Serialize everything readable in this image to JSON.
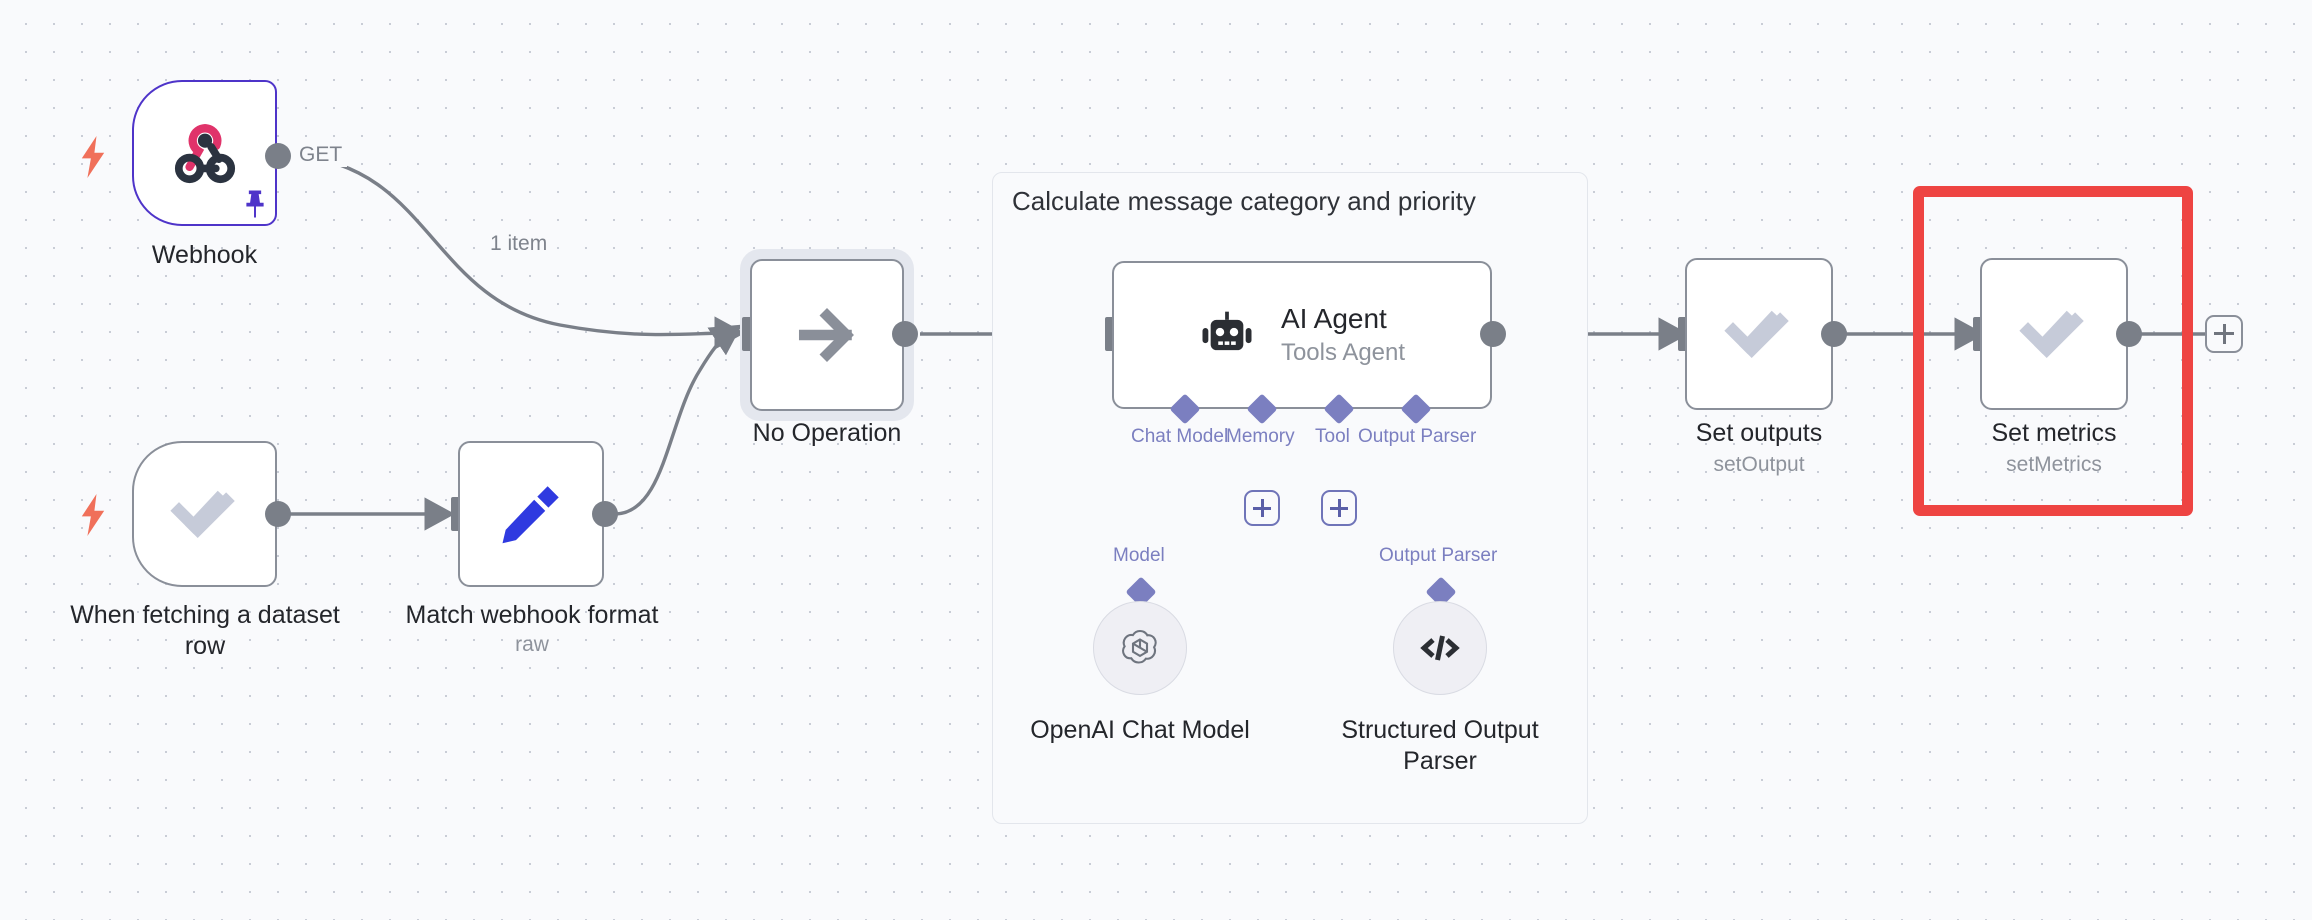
{
  "canvas": {
    "background": "#F9FAFC",
    "grid_color": "#C9CDD6"
  },
  "group": {
    "title": "Calculate message category and priority"
  },
  "nodes": [
    {
      "id": "webhook",
      "label": "Webhook",
      "subtitle": "",
      "icon": "webhook-icon",
      "kind": "trigger",
      "accent": "#4E34C9",
      "pinned": true,
      "output_label": "GET"
    },
    {
      "id": "when-fetching-dataset-row",
      "label": "When fetching a dataset row",
      "subtitle": "",
      "icon": "double-check-icon",
      "kind": "trigger",
      "accent": "#8A8F99",
      "pinned": false,
      "output_label": ""
    },
    {
      "id": "match-webhook-format",
      "label": "Match webhook format",
      "subtitle": "raw",
      "icon": "pencil-icon",
      "kind": "action",
      "accent": "#8A8F99",
      "pinned": false,
      "output_label": ""
    },
    {
      "id": "no-operation",
      "label": "No Operation",
      "subtitle": "",
      "icon": "arrow-right-icon",
      "kind": "action",
      "accent": "#8A8F99",
      "selected": true,
      "output_label": ""
    },
    {
      "id": "ai-agent",
      "label": "AI Agent",
      "subtitle": "Tools Agent",
      "icon": "robot-icon",
      "kind": "agent",
      "accent": "#8A8F99",
      "output_label": ""
    },
    {
      "id": "set-outputs",
      "label": "Set outputs",
      "subtitle": "setOutput",
      "icon": "double-check-icon",
      "kind": "action",
      "accent": "#8A8F99",
      "output_label": ""
    },
    {
      "id": "set-metrics",
      "label": "Set metrics",
      "subtitle": "setMetrics",
      "icon": "double-check-icon",
      "kind": "action",
      "accent": "#8A8F99",
      "highlighted": true,
      "output_label": ""
    }
  ],
  "subnodes": [
    {
      "id": "openai-chat-model",
      "label": "OpenAI Chat Model",
      "icon": "openai-icon",
      "port_label": "Model"
    },
    {
      "id": "structured-output-parser",
      "label": "Structured Output Parser",
      "icon": "code-brackets-icon",
      "port_label": "Output Parser"
    }
  ],
  "agent_ports": [
    {
      "id": "chat-model",
      "label": "Chat Model"
    },
    {
      "id": "memory",
      "label": "Memory",
      "has_add": true
    },
    {
      "id": "tool",
      "label": "Tool",
      "has_add": true
    },
    {
      "id": "output-parser",
      "label": "Output Parser"
    }
  ],
  "edges": [
    {
      "from": "webhook",
      "to": "no-operation",
      "label": "1 item"
    },
    {
      "from": "webhook",
      "to": "",
      "label": "GET"
    },
    {
      "from": "when-fetching-dataset-row",
      "to": "match-webhook-format",
      "label": ""
    },
    {
      "from": "match-webhook-format",
      "to": "no-operation",
      "label": ""
    },
    {
      "from": "no-operation",
      "to": "ai-agent",
      "label": ""
    },
    {
      "from": "ai-agent",
      "to": "set-outputs",
      "label": ""
    },
    {
      "from": "set-outputs",
      "to": "set-metrics",
      "label": ""
    },
    {
      "from": "set-metrics",
      "to": "add-node",
      "label": ""
    }
  ],
  "buttons": {
    "add_node_label": "+"
  },
  "highlight": {
    "target": "set-metrics",
    "color": "#EE4442"
  }
}
